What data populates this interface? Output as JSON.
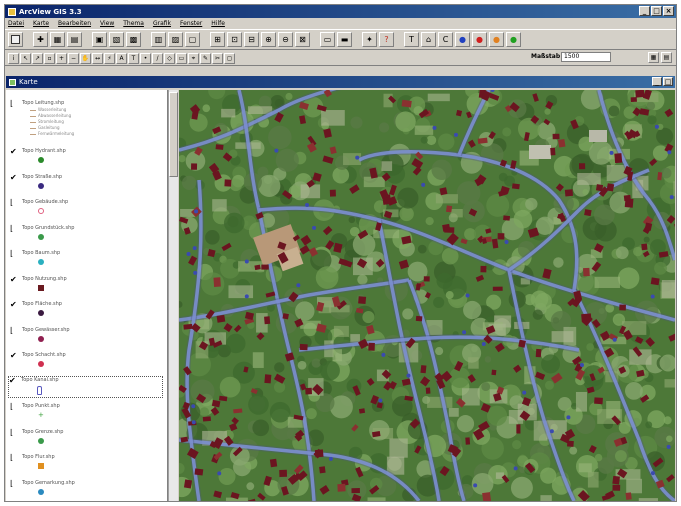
{
  "window": {
    "title": "ArcView GIS 3.3"
  },
  "menu": [
    "Datei",
    "Karte",
    "Bearbeiten",
    "View",
    "Thema",
    "Grafik",
    "Fenster",
    "Hilfe"
  ],
  "toolbar": {
    "scale_label": "Maßstab 1:",
    "scale_value": "1500"
  },
  "view": {
    "title": "Karte"
  },
  "layers": [
    {
      "name": "Topo Leitung.shp",
      "checked": false,
      "symbol": "line-legend",
      "color": "#c0a080"
    },
    {
      "name": "Topo Hydrant.shp",
      "checked": true,
      "symbol": "dot",
      "color": "#2a8a2a"
    },
    {
      "name": "Topo Straße.shp",
      "checked": true,
      "symbol": "dot",
      "color": "#3a2a80"
    },
    {
      "name": "Topo Gebäude.shp",
      "checked": false,
      "symbol": "ring",
      "color": "#e06080"
    },
    {
      "name": "Topo Grundstück.shp",
      "checked": false,
      "symbol": "dot",
      "color": "#3a9a4a"
    },
    {
      "name": "Topo Baum.shp",
      "checked": false,
      "symbol": "dot",
      "color": "#2ab0c0"
    },
    {
      "name": "Topo Nutzung.shp",
      "checked": true,
      "symbol": "square",
      "color": "#6a1a20"
    },
    {
      "name": "Topo Fläche.shp",
      "checked": true,
      "symbol": "dot",
      "color": "#3a1a40"
    },
    {
      "name": "Topo Gewässer.shp",
      "checked": false,
      "symbol": "dot",
      "color": "#902050"
    },
    {
      "name": "Topo Schacht.shp",
      "checked": true,
      "symbol": "dot",
      "color": "#d03050"
    },
    {
      "name": "Topo Kanal.shp",
      "checked": true,
      "symbol": "bottle",
      "color": "#5a5ac0",
      "selected": true
    },
    {
      "name": "Topo Punkt.shp",
      "checked": false,
      "symbol": "plus",
      "color": "#3aa03a"
    },
    {
      "name": "Topo Grenze.shp",
      "checked": false,
      "symbol": "dot",
      "color": "#3a9a4a"
    },
    {
      "name": "Topo Flur.shp",
      "checked": false,
      "symbol": "square",
      "color": "#e09020"
    },
    {
      "name": "Topo Gemarkung.shp",
      "checked": false,
      "symbol": "dot",
      "color": "#2a8abf"
    }
  ],
  "legend_sublines": [
    "Wasserleitung",
    "Abwasserleitung",
    "Stromleitung",
    "Gasleitung",
    "Fernwärmeleitung"
  ],
  "colors": {
    "title_bar": "#0a246a",
    "road": "#7c8fd0",
    "building": "#6b1520",
    "vegetation": "#4f7a3a"
  }
}
